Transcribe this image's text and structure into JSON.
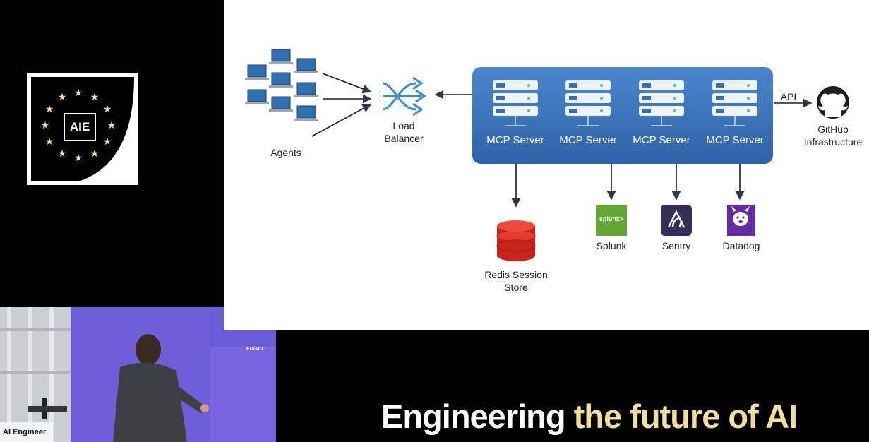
{
  "event": {
    "logo_text": "AIE",
    "tagline_part1": "Engineering ",
    "tagline_part2": "the future of AI",
    "badge": "EU/ACC",
    "podium_text": "AI Engineer"
  },
  "diagram": {
    "agents_label": "Agents",
    "load_balancer_label": "Load Balancer",
    "servers": [
      "MCP Server",
      "MCP Server",
      "MCP Server",
      "MCP Server"
    ],
    "api_label": "API",
    "github_label": "GitHub Infrastructure",
    "redis_label": "Redis Session Store",
    "splunk_label": "Splunk",
    "splunk_logo_text": "splunk>",
    "sentry_label": "Sentry",
    "datadog_label": "Datadog",
    "colors": {
      "server_panel": "#3a70b8",
      "arrow": "#2b3a4a",
      "splunk": "#65a637",
      "sentry": "#362d59",
      "datadog": "#632ca6",
      "redis": "#d82c20",
      "accent": "#f1dfa0"
    }
  }
}
